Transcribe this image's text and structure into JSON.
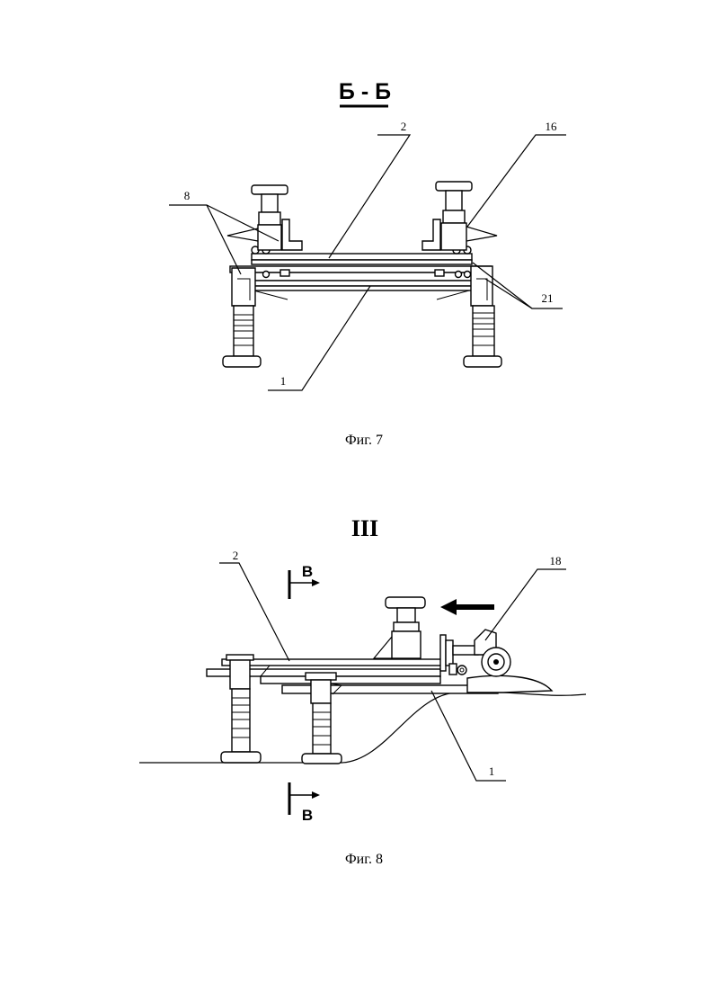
{
  "fig7": {
    "section_title": "Б - Б",
    "caption": "Фиг. 7",
    "labels": {
      "l2": "2",
      "l16": "16",
      "l8": "8",
      "l21": "21",
      "l1": "1"
    }
  },
  "fig8": {
    "section_title": "III",
    "caption": "Фиг. 8",
    "cut_label_top": "В",
    "cut_label_bottom": "В",
    "labels": {
      "l2": "2",
      "l18": "18",
      "l1": "1"
    }
  }
}
